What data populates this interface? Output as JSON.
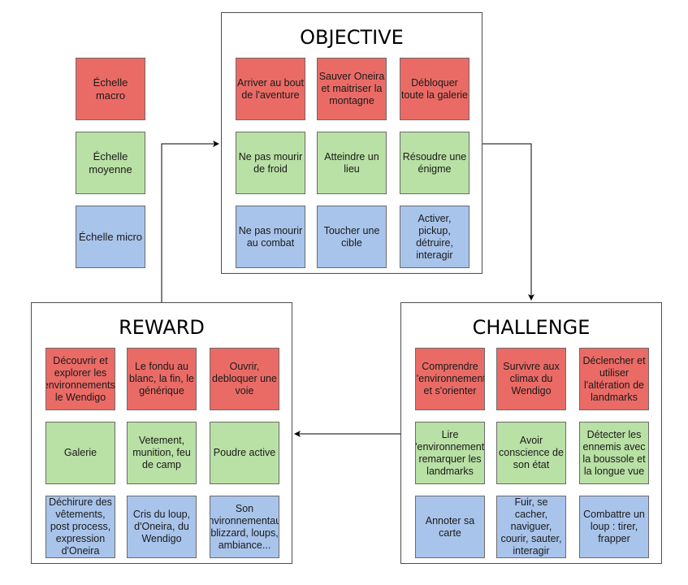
{
  "legend": [
    {
      "label": "Échelle macro",
      "color": "#ea6b66"
    },
    {
      "label": "Échelle moyenne",
      "color": "#b9e0a5"
    },
    {
      "label": "Échelle micro",
      "color": "#a9c4eb"
    }
  ],
  "objective": {
    "title": "OBJECTIVE",
    "cards": [
      "Arriver au bout de l'aventure",
      "Sauver Oneira et maitriser la montagne",
      "Débloquer toute la galerie",
      "Ne pas mourir de froid",
      "Atteindre un lieu",
      "Résoudre une énigme",
      "Ne pas mourir au combat",
      "Toucher une cible",
      "Activer, pickup, détruire, interagir"
    ]
  },
  "reward": {
    "title": "REWARD",
    "cards": [
      "Découvrir et explorer les environnements, le Wendigo",
      "Le fondu au blanc, la fin, le générique",
      "Ouvrir, debloquer une voie",
      "Galerie",
      "Vetement, munition, feu de camp",
      "Poudre active",
      "Déchirure des vêtements, post process, expression d'Oneira",
      "Cris du loup, d'Oneira, du Wendigo",
      "Son environnementaux blizzard, loups, ambiance..."
    ]
  },
  "challenge": {
    "title": "CHALLENGE",
    "cards": [
      "Comprendre l'environnement et s'orienter",
      "Survivre aux climax du Wendigo",
      "Déclencher et utiliser l'altération de landmarks",
      "Lire l'environnement, remarquer les landmarks",
      "Avoir conscience de son état",
      "Détecter les ennemis avec la boussole et la longue vue",
      "Annoter sa carte",
      "Fuir, se cacher, naviguer, courir, sauter, interagir",
      "Combattre un loup : tirer, frapper"
    ]
  }
}
